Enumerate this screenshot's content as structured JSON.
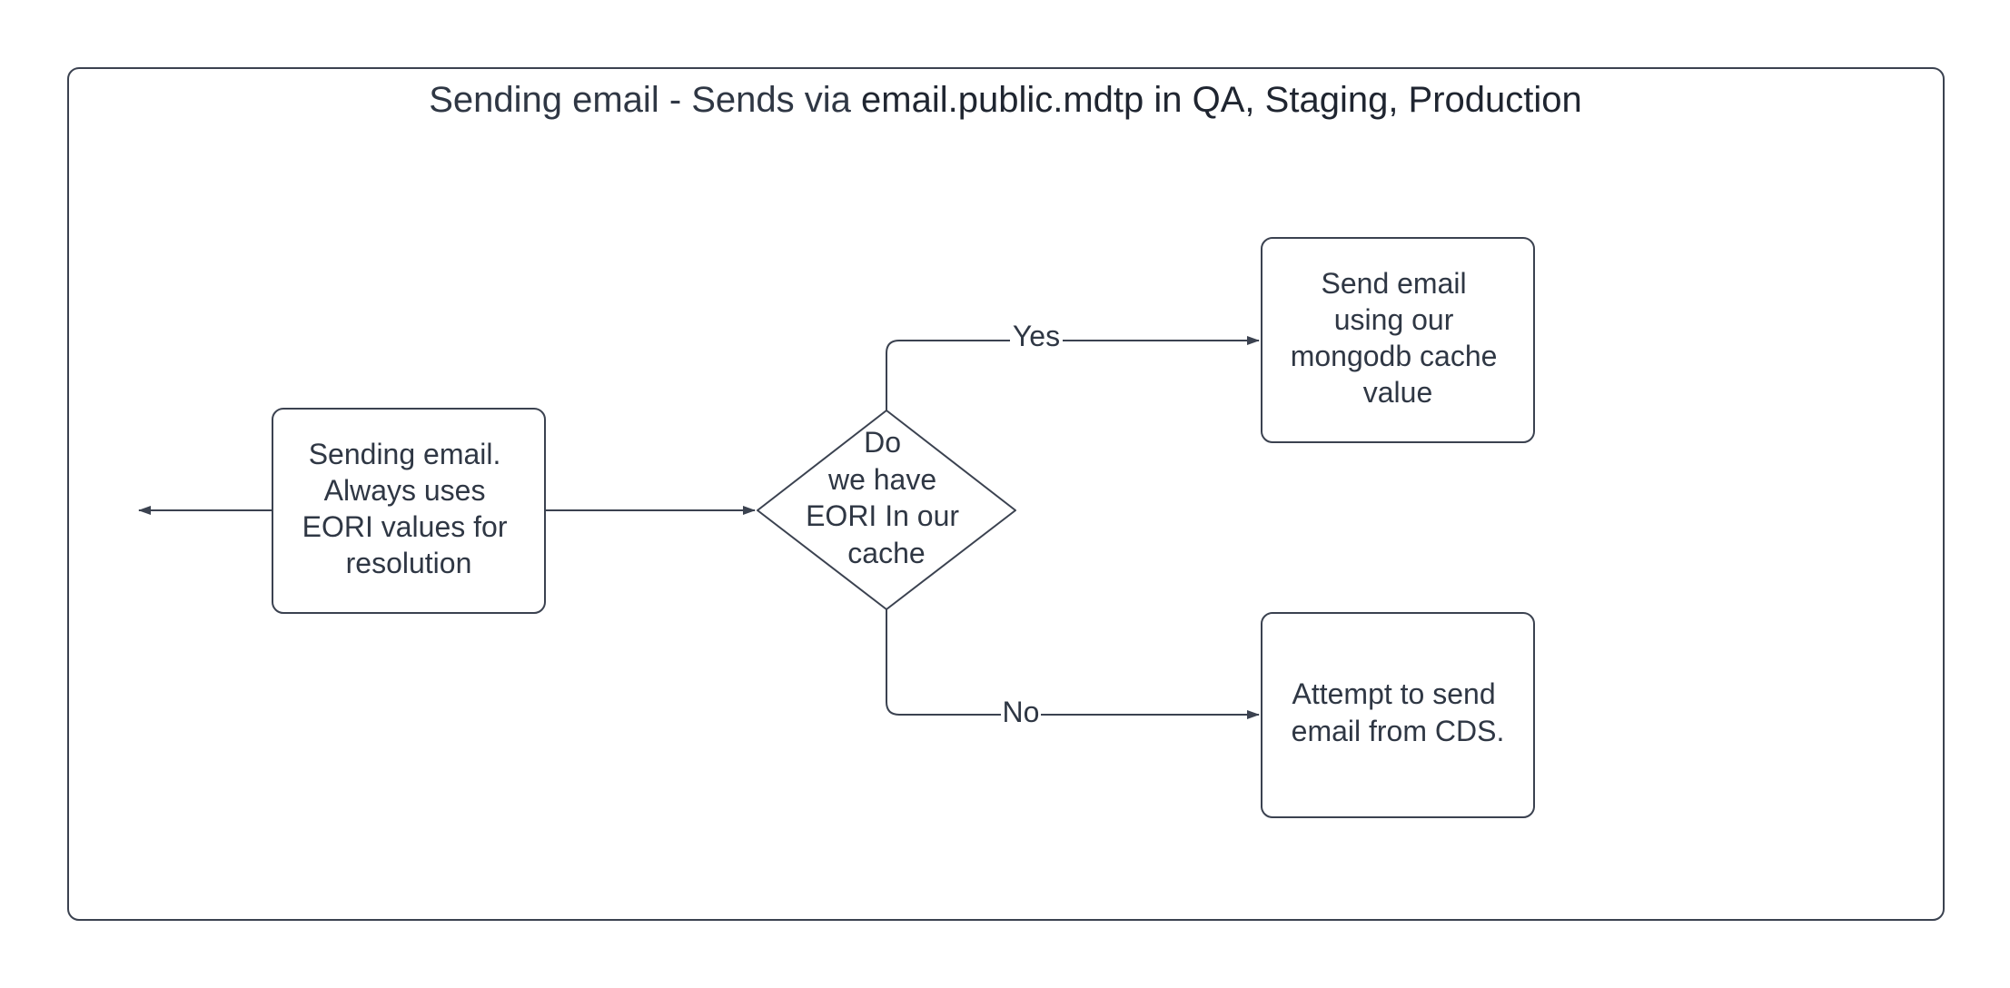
{
  "title": {
    "part1": "Sending email - Sends via ",
    "part2": "email.public.mdtp in QA, Staging, Production"
  },
  "nodes": {
    "start": {
      "lines": [
        "Sending email.",
        "Always uses",
        "EORI values for",
        "resolution"
      ]
    },
    "decision": {
      "lines": [
        "Do",
        "we have",
        "EORI In our",
        "cache"
      ]
    },
    "yes_box": {
      "lines": [
        "Send email",
        "using our",
        "mongodb cache",
        "value"
      ]
    },
    "no_box": {
      "lines": [
        "Attempt to send",
        "email from CDS."
      ]
    }
  },
  "edges": {
    "yes_label": "Yes",
    "no_label": "No"
  },
  "colors": {
    "stroke": "#3b4250",
    "text": "#2f3744",
    "title_dark": "#1f2530",
    "background": "#ffffff"
  }
}
